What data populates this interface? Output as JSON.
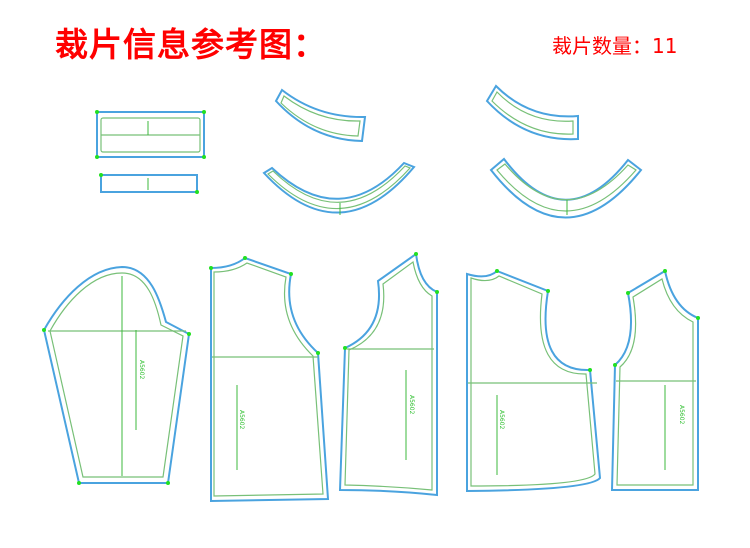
{
  "header": {
    "title": "裁片信息参考图：",
    "count_label": "裁片数量：11"
  },
  "pieces": {
    "style_code": "A5602"
  },
  "colors": {
    "title": "#ff0000",
    "cut_line": "#4aa3df",
    "seam_line": "#78c078",
    "grain": "#3cb83c"
  }
}
